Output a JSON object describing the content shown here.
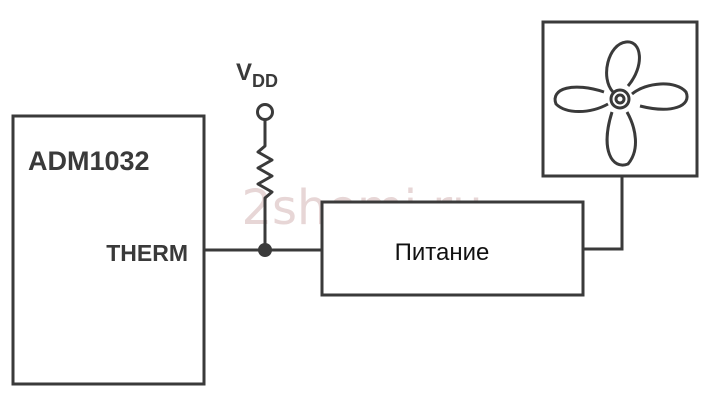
{
  "chip": {
    "name": "ADM1032",
    "pin": "THERM"
  },
  "supply": {
    "main": "V",
    "sub": "DD"
  },
  "power_block": {
    "label": "Питание"
  },
  "watermark": {
    "text": "2shemi.ru"
  },
  "fan": {
    "icon": "fan-icon"
  },
  "colors": {
    "line": "#3a3a3a",
    "watermark": "#e7d6d6"
  }
}
